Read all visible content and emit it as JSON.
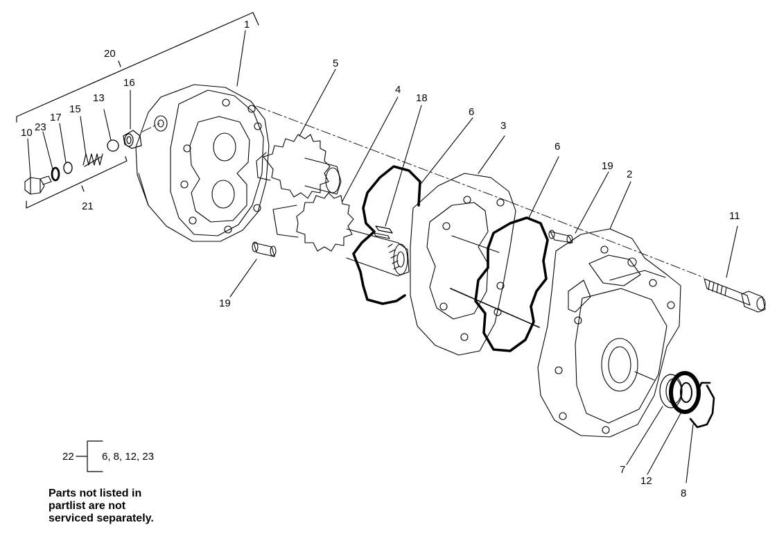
{
  "callouts": [
    {
      "id": "c1",
      "label": "1"
    },
    {
      "id": "c20",
      "label": "20"
    },
    {
      "id": "c5",
      "label": "5"
    },
    {
      "id": "c16",
      "label": "16"
    },
    {
      "id": "c13",
      "label": "13"
    },
    {
      "id": "c17",
      "label": "17"
    },
    {
      "id": "c15",
      "label": "15"
    },
    {
      "id": "c10",
      "label": "10"
    },
    {
      "id": "c23",
      "label": "23"
    },
    {
      "id": "c21",
      "label": "21"
    },
    {
      "id": "c4",
      "label": "4"
    },
    {
      "id": "c18",
      "label": "18"
    },
    {
      "id": "c6a",
      "label": "6"
    },
    {
      "id": "c3",
      "label": "3"
    },
    {
      "id": "c6b",
      "label": "6"
    },
    {
      "id": "c19a",
      "label": "19"
    },
    {
      "id": "c2",
      "label": "2"
    },
    {
      "id": "c11",
      "label": "11"
    },
    {
      "id": "c19b",
      "label": "19"
    },
    {
      "id": "c7",
      "label": "7"
    },
    {
      "id": "c12",
      "label": "12"
    },
    {
      "id": "c8",
      "label": "8"
    }
  ],
  "kit": {
    "number": "22",
    "contents": "6, 8, 12, 23"
  },
  "note": {
    "lines": [
      "Parts not listed in",
      "partlist are not",
      "serviced separately."
    ]
  }
}
